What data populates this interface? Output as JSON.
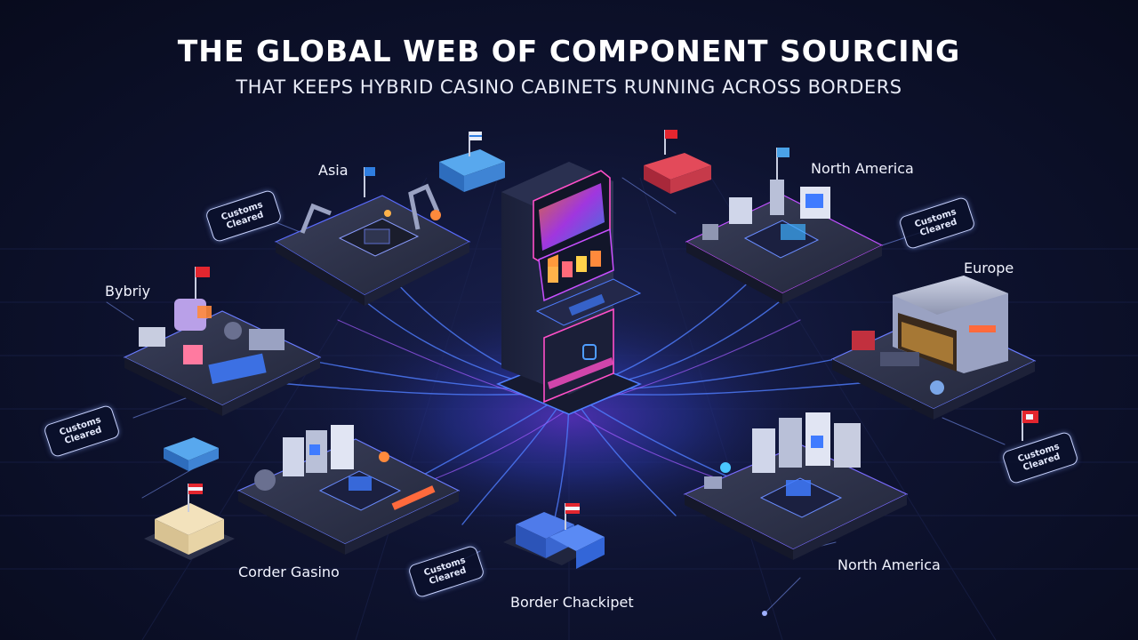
{
  "header": {
    "title": "THE GLOBAL WEB OF COMPONENT SOURCING",
    "subtitle": "THAT KEEPS HYBRID CASINO CABINETS RUNNING ACROSS BORDERS"
  },
  "regions": {
    "asia": "Asia",
    "north_america_top": "North America",
    "europe": "Europe",
    "bybriy": "Bybriy",
    "corder_casino": "Corder Gasino",
    "border_checkpoint": "Border Chackipet",
    "north_america_bottom": "North America"
  },
  "customs": {
    "line1": "Customs",
    "line2": "Cleared"
  },
  "colors": {
    "accent_blue": "#3f7bff",
    "accent_magenta": "#e040ff",
    "flag_red": "#e3262f",
    "flag_blue": "#2f7ee0"
  }
}
